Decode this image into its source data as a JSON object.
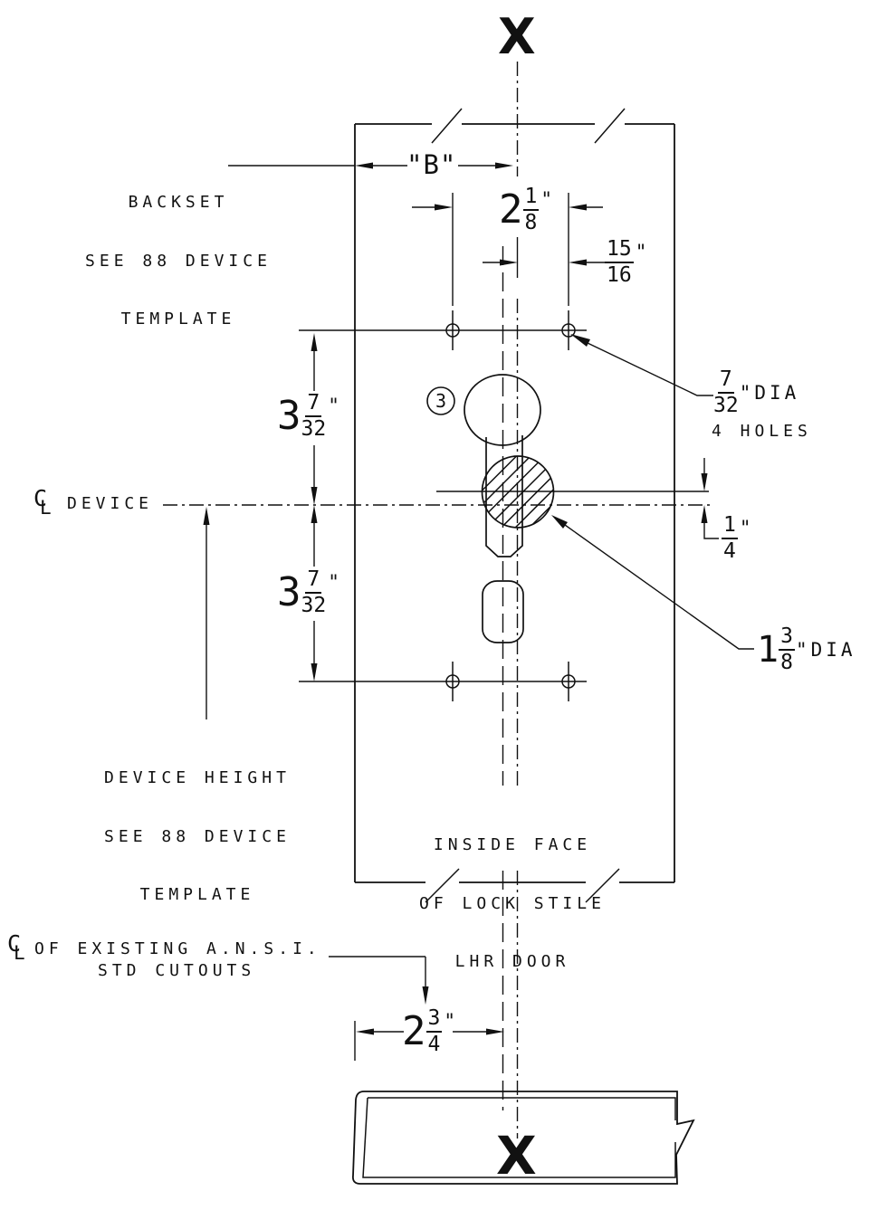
{
  "drawing": {
    "section_marker_top": "X",
    "section_marker_bottom": "X",
    "centerline_symbol": {
      "c": "C",
      "l": "L"
    },
    "labels": {
      "backset": {
        "line1": "BACKSET",
        "line2": "SEE 88 DEVICE",
        "line3": "TEMPLATE"
      },
      "device_cl": "DEVICE",
      "device_height": {
        "line1": "DEVICE HEIGHT",
        "line2": "SEE 88 DEVICE",
        "line3": "TEMPLATE"
      },
      "inside_face": {
        "line1": "INSIDE FACE",
        "line2": "OF LOCK STILE",
        "line3": "LHR DOOR"
      },
      "ansi_cl": {
        "line1": "OF EXISTING A.N.S.I.",
        "line2": "STD CUTOUTS"
      },
      "holes_note": "4 HOLES",
      "balloon_number": "3"
    },
    "dimensions": {
      "backset_ref": "\"B\"",
      "hole_span": {
        "whole": "2",
        "num": "1",
        "den": "8",
        "unit": "\""
      },
      "hole_offset": {
        "num": "15",
        "den": "16",
        "unit": "\""
      },
      "upper_height": {
        "whole": "3",
        "num": "7",
        "den": "32",
        "unit": "\""
      },
      "lower_height": {
        "whole": "3",
        "num": "7",
        "den": "32",
        "unit": "\""
      },
      "cl_offset": {
        "num": "1",
        "den": "4",
        "unit": "\""
      },
      "hole_dia": {
        "num": "7",
        "den": "32",
        "suffix": "\"DIA"
      },
      "cyl_dia": {
        "whole": "1",
        "num": "3",
        "den": "8",
        "suffix": "\"DIA"
      },
      "cutout_backset": {
        "whole": "2",
        "num": "3",
        "den": "4",
        "unit": "\""
      }
    },
    "colors": {
      "line": "#111111",
      "background": "#ffffff"
    }
  }
}
